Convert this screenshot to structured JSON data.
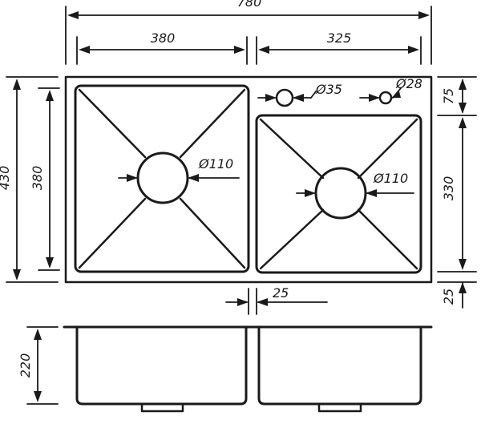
{
  "dimensions": {
    "overall_width": "780",
    "left_bowl_width": "380",
    "right_bowl_width": "325",
    "overall_depth": "430",
    "left_bowl_depth": "380",
    "right_top_margin": "75",
    "right_bowl_depth": "330",
    "right_bottom_margin": "25",
    "partition_width": "25",
    "bowl_height": "220",
    "faucet_hole_diameter": "Ø35",
    "accessory_hole_diameter": "Ø28",
    "left_drain_diameter": "Ø110",
    "right_drain_diameter": "Ø110"
  },
  "colors": {
    "line": "#1a1a1a",
    "background": "#ffffff"
  }
}
